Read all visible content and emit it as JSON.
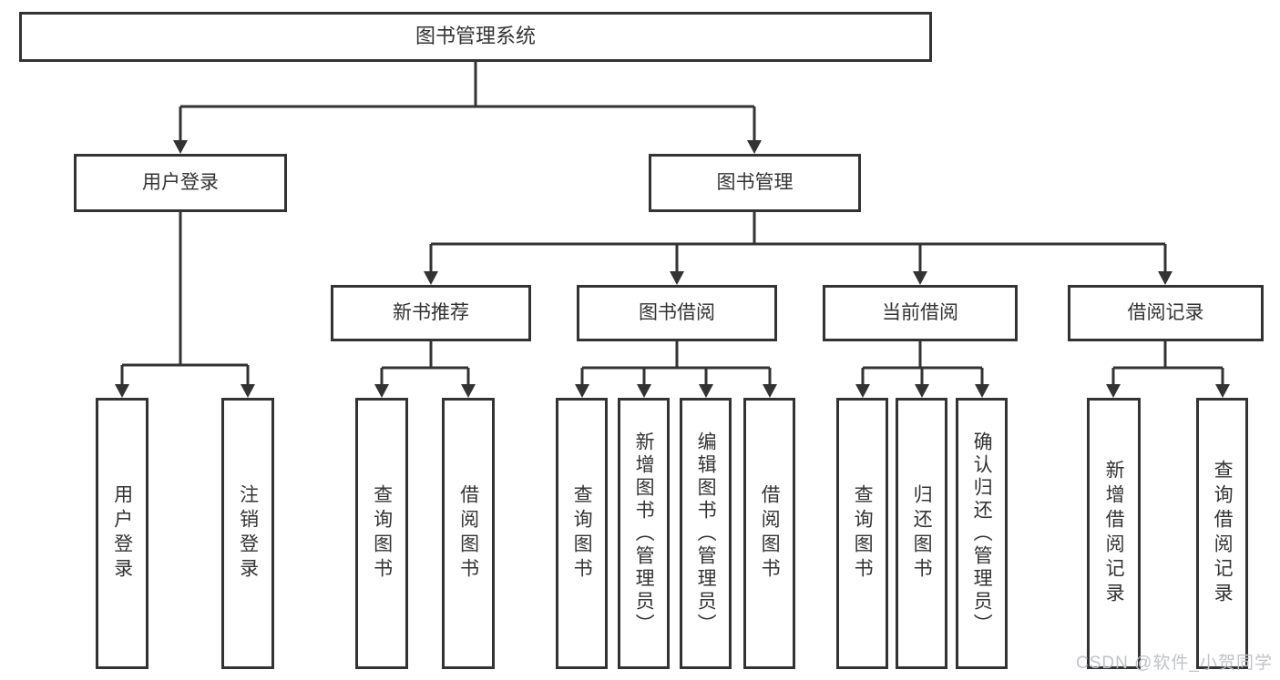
{
  "tree": {
    "root": "图书管理系统",
    "branches": [
      {
        "label": "用户登录",
        "children": [
          "用户登录",
          "注销登录"
        ]
      },
      {
        "label": "图书管理",
        "groups": [
          {
            "label": "新书推荐",
            "children": [
              "查询图书",
              "借阅图书"
            ]
          },
          {
            "label": "图书借阅",
            "children": [
              "查询图书",
              "新增图书（管理员）",
              "编辑图书（管理员）",
              "借阅图书"
            ]
          },
          {
            "label": "当前借阅",
            "children": [
              "查询图书",
              "归还图书",
              "确认归还（管理员）"
            ]
          },
          {
            "label": "借阅记录",
            "children": [
              "新增借阅记录",
              "查询借阅记录"
            ]
          }
        ]
      }
    ]
  },
  "watermark": {
    "text": "CSDN @软件_小贺同学"
  },
  "colors": {
    "line": "#333333",
    "text": "#333333",
    "box_background": "#ffffff",
    "watermark": "#c0c3c8",
    "page_background": "#ffffff"
  }
}
